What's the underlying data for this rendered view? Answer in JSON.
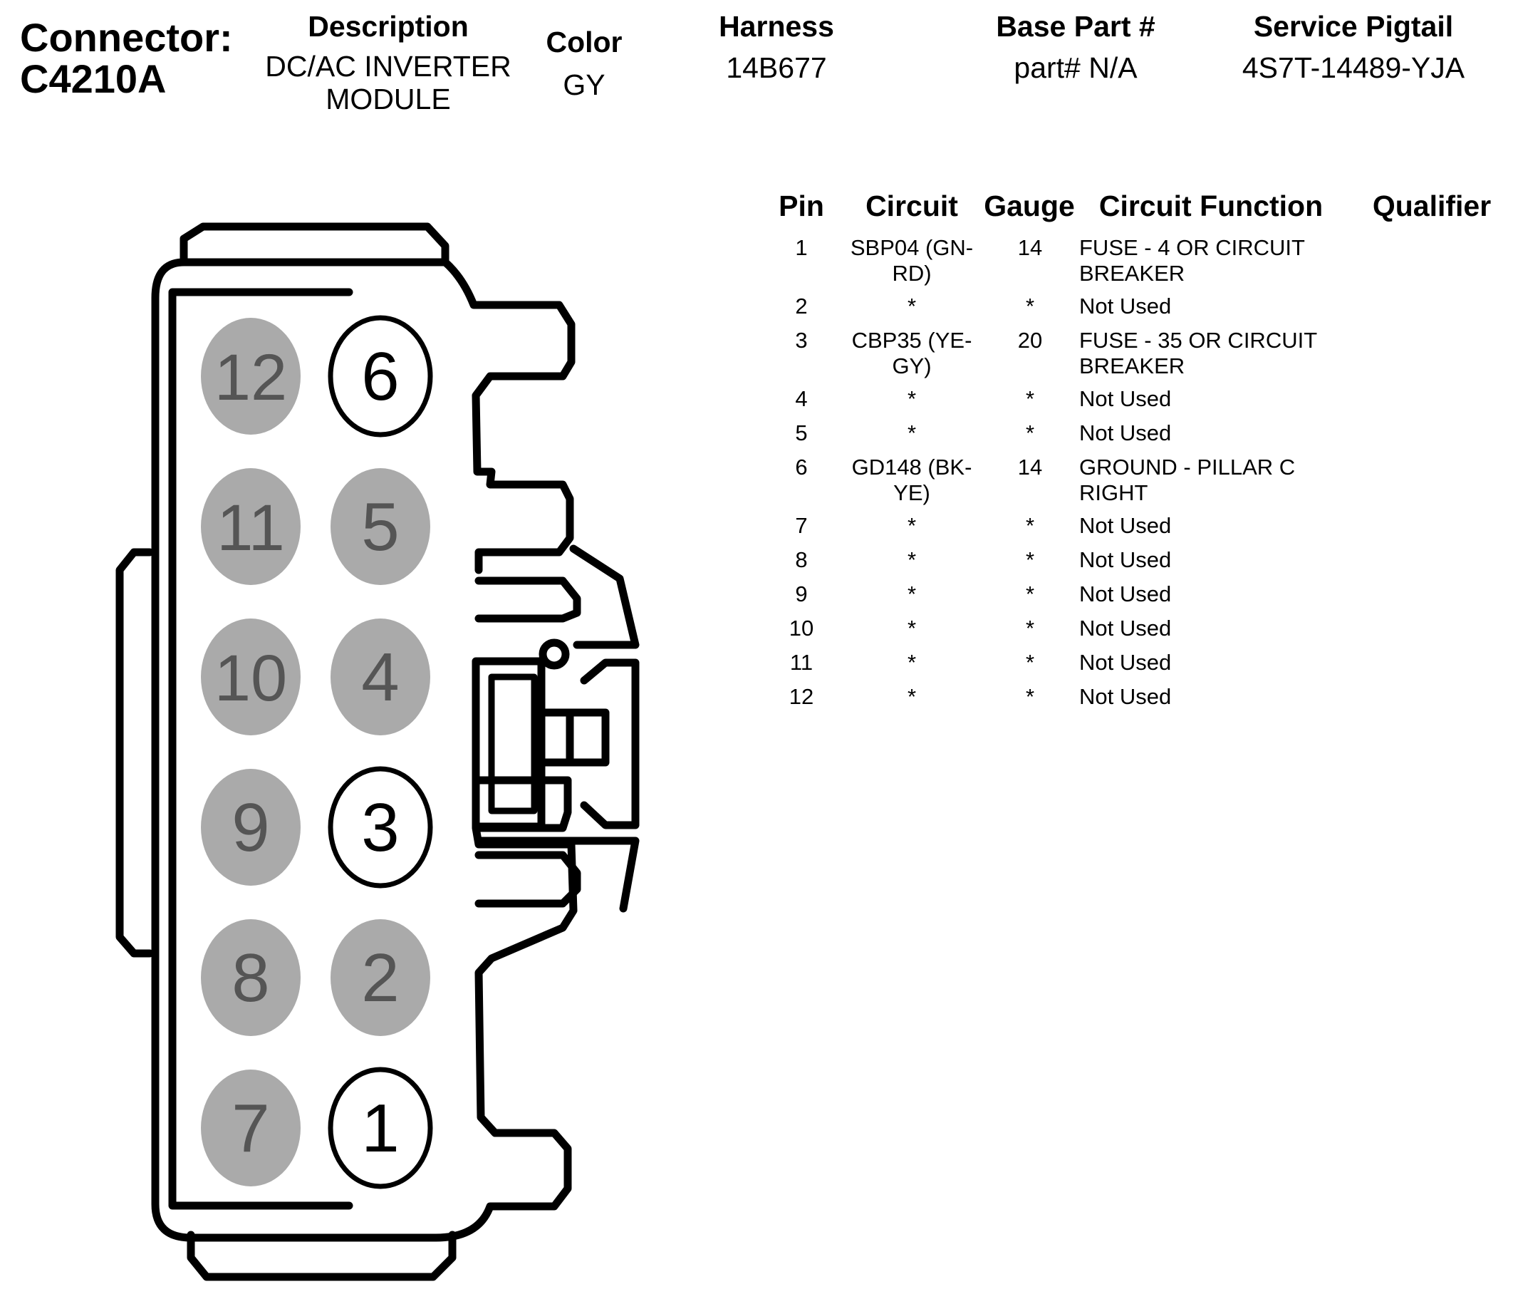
{
  "header": {
    "title_line1": "Connector:",
    "title_line2": "C4210A",
    "description_label": "Description",
    "description_value": "DC/AC INVERTER\nMODULE",
    "color_label": "Color",
    "color_value": "GY",
    "harness_label": "Harness",
    "harness_value": "14B677",
    "base_part_label": "Base Part #",
    "base_part_value": "part# N/A",
    "service_pigtail_label": "Service Pigtail",
    "service_pigtail_value": "4S7T-14489-YJA"
  },
  "table": {
    "headers": {
      "pin": "Pin",
      "circuit": "Circuit",
      "gauge": "Gauge",
      "circuit_function": "Circuit Function",
      "qualifier": "Qualifier"
    },
    "rows": [
      {
        "pin": "1",
        "circuit": "SBP04 (GN-\nRD)",
        "gauge": "14",
        "function": "FUSE - 4 OR CIRCUIT\nBREAKER",
        "qualifier": ""
      },
      {
        "pin": "2",
        "circuit": "*",
        "gauge": "*",
        "function": "Not Used",
        "qualifier": ""
      },
      {
        "pin": "3",
        "circuit": "CBP35 (YE-\nGY)",
        "gauge": "20",
        "function": "FUSE - 35 OR CIRCUIT\nBREAKER",
        "qualifier": ""
      },
      {
        "pin": "4",
        "circuit": "*",
        "gauge": "*",
        "function": "Not Used",
        "qualifier": ""
      },
      {
        "pin": "5",
        "circuit": "*",
        "gauge": "*",
        "function": "Not Used",
        "qualifier": ""
      },
      {
        "pin": "6",
        "circuit": "GD148 (BK-\nYE)",
        "gauge": "14",
        "function": "GROUND - PILLAR C\nRIGHT",
        "qualifier": ""
      },
      {
        "pin": "7",
        "circuit": "*",
        "gauge": "*",
        "function": "Not Used",
        "qualifier": ""
      },
      {
        "pin": "8",
        "circuit": "*",
        "gauge": "*",
        "function": "Not Used",
        "qualifier": ""
      },
      {
        "pin": "9",
        "circuit": "*",
        "gauge": "*",
        "function": "Not Used",
        "qualifier": ""
      },
      {
        "pin": "10",
        "circuit": "*",
        "gauge": "*",
        "function": "Not Used",
        "qualifier": ""
      },
      {
        "pin": "11",
        "circuit": "*",
        "gauge": "*",
        "function": "Not Used",
        "qualifier": ""
      },
      {
        "pin": "12",
        "circuit": "*",
        "gauge": "*",
        "function": "Not Used",
        "qualifier": ""
      }
    ]
  },
  "connector": {
    "pins": [
      {
        "label": "12",
        "used": false
      },
      {
        "label": "6",
        "used": true
      },
      {
        "label": "11",
        "used": false
      },
      {
        "label": "5",
        "used": false
      },
      {
        "label": "10",
        "used": false
      },
      {
        "label": "4",
        "used": false
      },
      {
        "label": "9",
        "used": false
      },
      {
        "label": "3",
        "used": true
      },
      {
        "label": "8",
        "used": false
      },
      {
        "label": "2",
        "used": false
      },
      {
        "label": "7",
        "used": false
      },
      {
        "label": "1",
        "used": true
      }
    ],
    "colors": {
      "used_fill": "#ffffff",
      "unused_fill": "#aaaaaa",
      "used_text": "#000000",
      "unused_text": "#555555",
      "outline": "#000000"
    }
  }
}
